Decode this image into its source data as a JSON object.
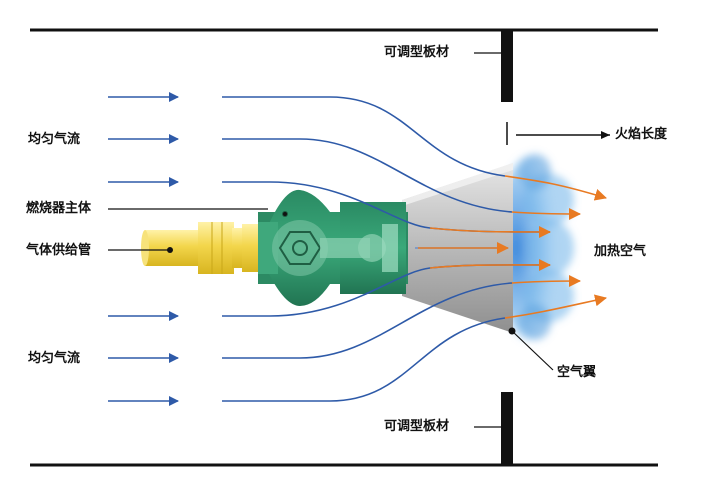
{
  "labels": {
    "adjustable_plate_top": "可调型板材",
    "adjustable_plate_bottom": "可调型板材",
    "flame_length": "火焰长度",
    "uniform_airflow_top": "均匀气流",
    "uniform_airflow_bottom": "均匀气流",
    "burner_body": "燃烧器主体",
    "gas_supply_pipe": "气体供给管",
    "heated_air": "加热空气",
    "air_wing": "空气翼"
  },
  "colors": {
    "duct_wall": "#111111",
    "plate": "#111111",
    "airflow_arrow": "#2e5aa8",
    "heated_arrow": "#e87a22",
    "flame": "#5fa3e0",
    "burner_body": "#2f9a6e",
    "burner_highlight": "#8fd2b4",
    "gas_pipe": "#f0d44a",
    "air_wing": "#c8c8c8"
  }
}
